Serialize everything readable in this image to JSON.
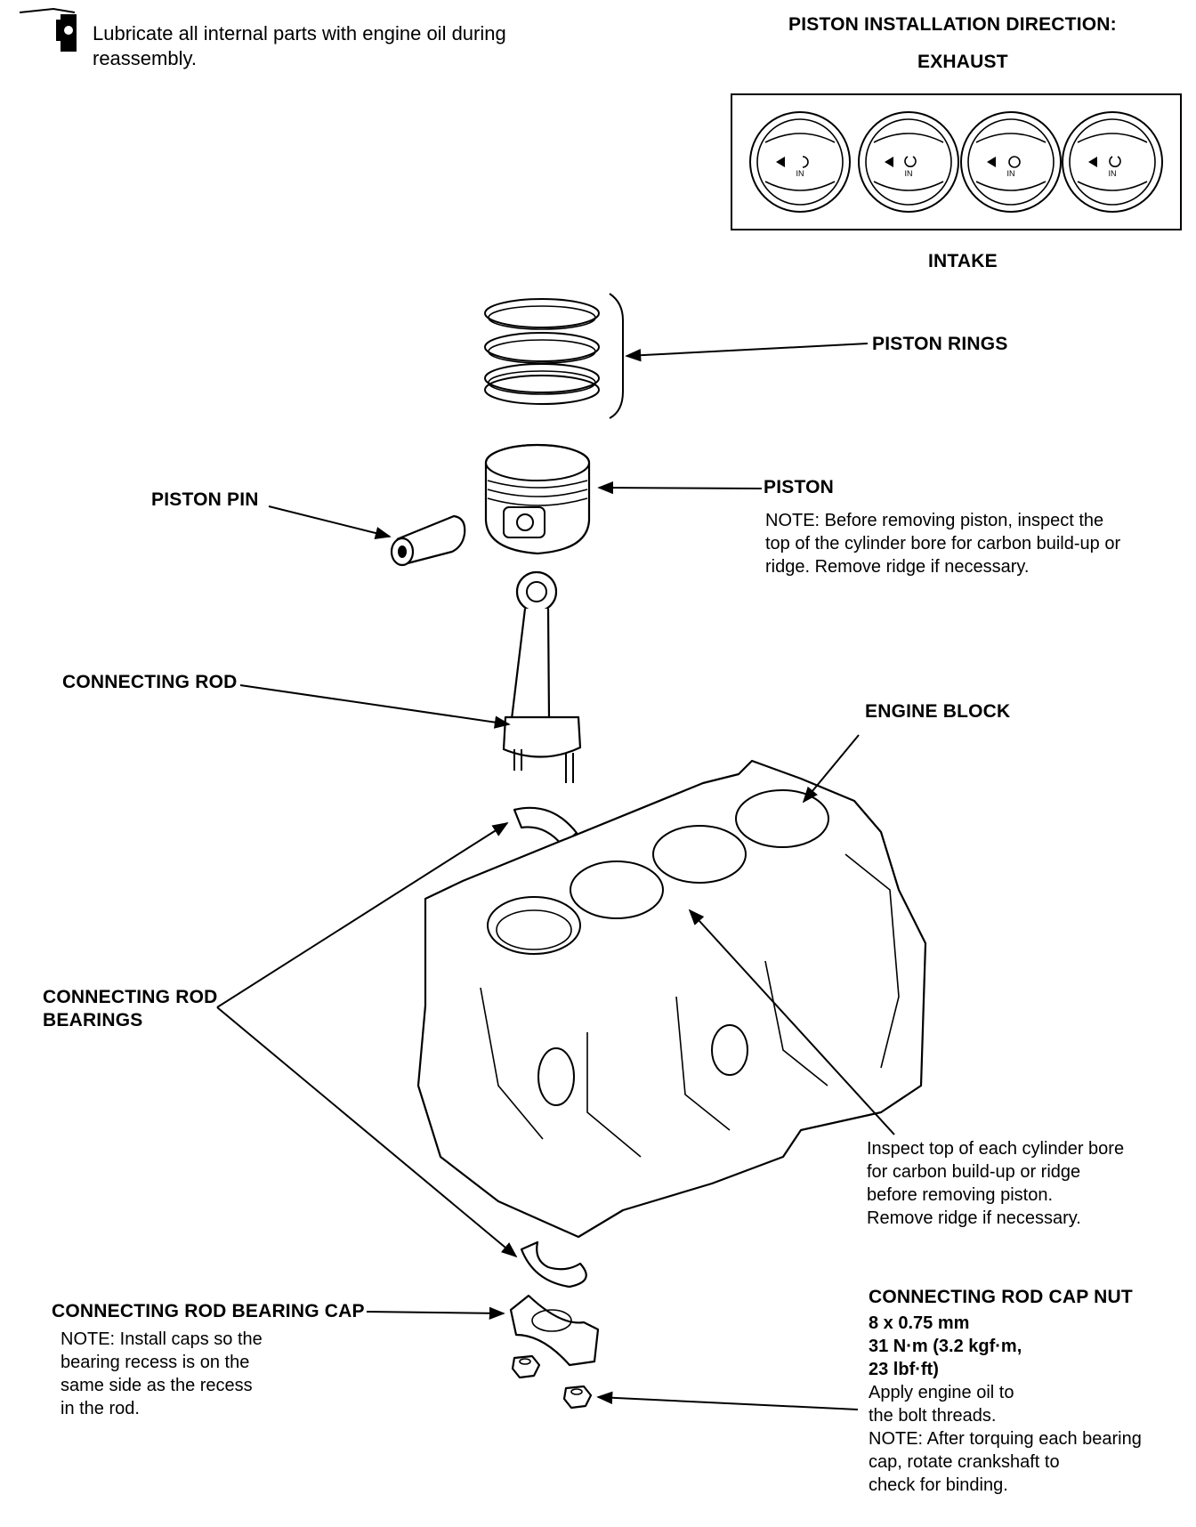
{
  "lubricate_note": {
    "line1": "Lubricate all internal parts with engine oil during",
    "line2": "reassembly."
  },
  "piston_direction": {
    "title": "PISTON INSTALLATION DIRECTION:",
    "exhaust": "EXHAUST",
    "intake": "INTAKE",
    "mark": "IN"
  },
  "labels": {
    "piston_rings": "PISTON RINGS",
    "piston": "PISTON",
    "piston_pin": "PISTON PIN",
    "connecting_rod": "CONNECTING ROD",
    "engine_block": "ENGINE BLOCK",
    "rod_bearings_1": "CONNECTING ROD",
    "rod_bearings_2": "BEARINGS",
    "bearing_cap": "CONNECTING ROD BEARING CAP",
    "cap_nut": "CONNECTING ROD CAP NUT"
  },
  "piston_note": [
    "NOTE:  Before removing piston, inspect the",
    "top of the cylinder bore for carbon build-up or",
    "ridge. Remove ridge if necessary."
  ],
  "bore_note": [
    "Inspect top of each cylinder bore",
    "for carbon build-up or ridge",
    "before removing piston.",
    "Remove ridge if necessary."
  ],
  "cap_note": [
    "NOTE:  Install caps so the",
    "bearing recess is on the",
    "same side as the recess",
    "in the rod."
  ],
  "cap_nut_spec": {
    "size": "8 x 0.75 mm",
    "torque_1": "31 N·m (3.2 kgf·m,",
    "torque_2": "23 lbf·ft)",
    "notes": [
      "Apply engine oil to",
      "the bolt threads.",
      "NOTE:  After torquing each bearing",
      "cap, rotate crankshaft to",
      "check for binding."
    ]
  }
}
